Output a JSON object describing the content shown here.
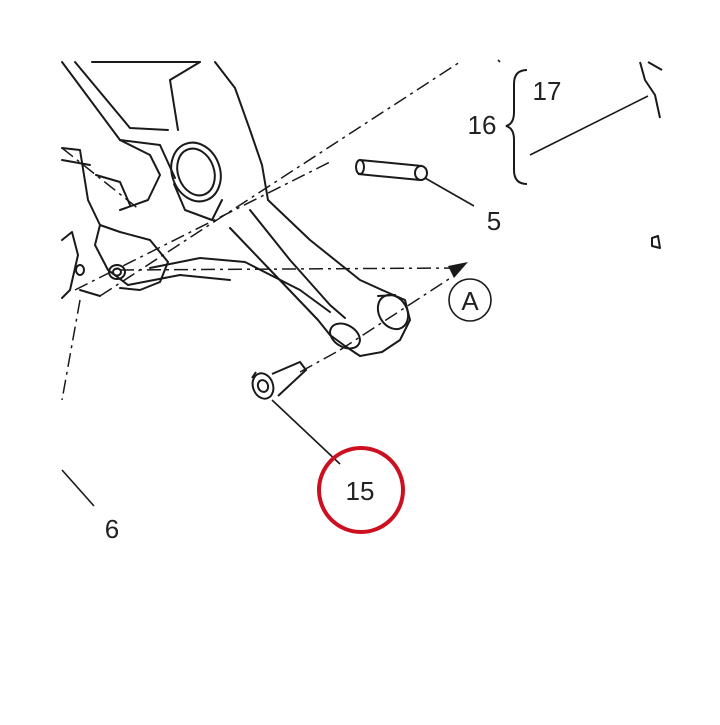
{
  "diagram": {
    "callouts": [
      {
        "id": "5",
        "label": "5"
      },
      {
        "id": "6",
        "label": "6"
      },
      {
        "id": "15",
        "label": "15",
        "highlighted": true
      },
      {
        "id": "16",
        "label": "16"
      },
      {
        "id": "17",
        "label": "17"
      }
    ],
    "view_marker": {
      "label": "A"
    },
    "colors": {
      "line": "#1a1a1a",
      "highlight": "#cc1020",
      "background": "#ffffff"
    }
  }
}
